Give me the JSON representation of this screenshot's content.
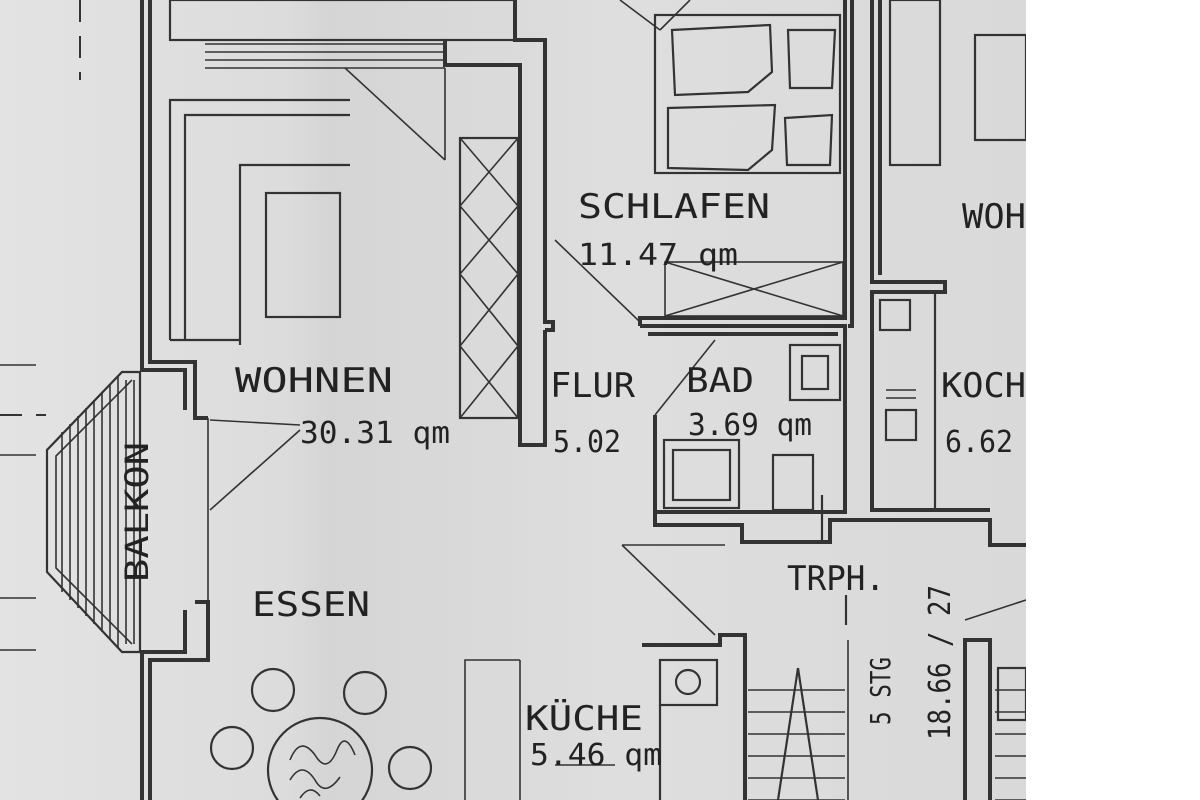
{
  "rooms": {
    "wohnen": {
      "name": "WOHNEN",
      "area": "30.31 qm"
    },
    "schlafen": {
      "name": "SCHLAFEN",
      "area": "11.47 qm"
    },
    "flur": {
      "name": "FLUR",
      "area": "5.02"
    },
    "bad": {
      "name": "BAD",
      "area": "3.69 qm"
    },
    "kochen": {
      "name": "KOCH",
      "area": "6.62"
    },
    "wohnen_right": {
      "name": "WOH"
    },
    "essen": {
      "name": "ESSEN"
    },
    "kueche": {
      "name": "KÜCHE",
      "area": "5.46 qm"
    },
    "balkon": {
      "name": "BALKON"
    },
    "treppenhaus": {
      "name": "TRPH."
    }
  },
  "stair": {
    "label": "5 STG",
    "ratio": "18.66 / 27"
  },
  "colors": {
    "paper": "#dcdcdc",
    "ink": "#333333"
  }
}
